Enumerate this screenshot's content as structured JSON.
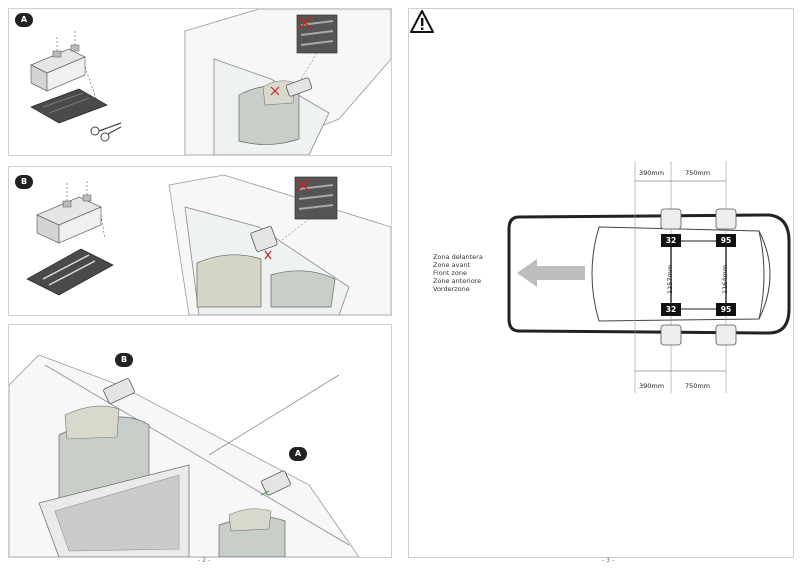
{
  "left_page": {
    "panel_a": {
      "badge": "A"
    },
    "panel_b": {
      "badge": "B"
    },
    "panel_c": {
      "badge_b": "B",
      "badge_a": "A"
    },
    "page_number": "- 2 -"
  },
  "right_page": {
    "zones": [
      "Zona delantera",
      "Zone avant",
      "Front zone",
      "Zone anteriore",
      "Vorderzone"
    ],
    "dims": {
      "top_left": "390mm",
      "top_right": "750mm",
      "bottom_left": "390mm",
      "bottom_right": "750mm",
      "vert_left": "1257mm",
      "vert_right": "1164mm"
    },
    "positions": {
      "front_top": "32",
      "rear_top": "95",
      "front_bottom": "32",
      "rear_bottom": "95"
    },
    "page_number": "- 3 -"
  }
}
